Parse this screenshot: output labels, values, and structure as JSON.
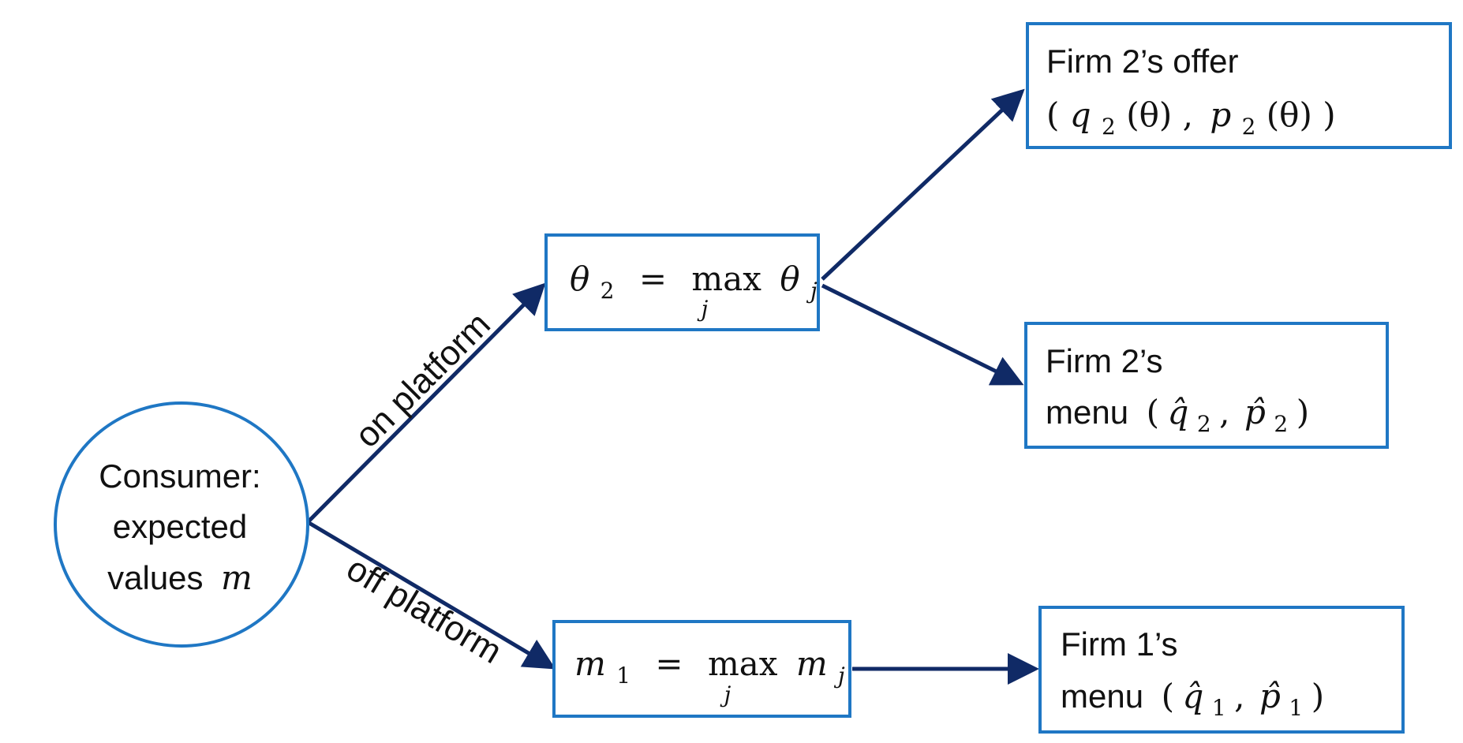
{
  "diagram": {
    "consumer": {
      "line1": "Consumer:",
      "line2": "expected",
      "line3": "values",
      "var": "m"
    },
    "edges": {
      "on": "on platform",
      "off": "off platform"
    },
    "theta_node": {
      "lhs": "θ",
      "lhs_sub": "2",
      "eq": "=",
      "op": "max",
      "op_sub": "j",
      "rhs": "θ",
      "rhs_sub": "j"
    },
    "m_node": {
      "lhs": "m",
      "lhs_sub": "1",
      "eq": "=",
      "op": "max",
      "op_sub": "j",
      "rhs": "m",
      "rhs_sub": "j"
    },
    "firm2_offer": {
      "title": "Firm 2’s offer",
      "open_outer": "(",
      "q": "q",
      "q_sub": "2",
      "q_arg": "(θ)",
      "comma": ",",
      "p": "p",
      "p_sub": "2",
      "p_arg": "(θ)",
      "close_outer": ")"
    },
    "firm2_menu": {
      "title": "Firm 2’s",
      "word": "menu",
      "open": "(",
      "q": "q̂",
      "q_sub": "2",
      "comma": ",",
      "p": "p̂",
      "p_sub": "2",
      "close": ")"
    },
    "firm1_menu": {
      "title": "Firm 1’s",
      "word": "menu",
      "open": "(",
      "q": "q̂",
      "q_sub": "1",
      "comma": ",",
      "p": "p̂",
      "p_sub": "1",
      "close": ")"
    }
  },
  "colors": {
    "box_border": "#1f77c4",
    "arrow": "#102a66",
    "text": "#111111"
  }
}
